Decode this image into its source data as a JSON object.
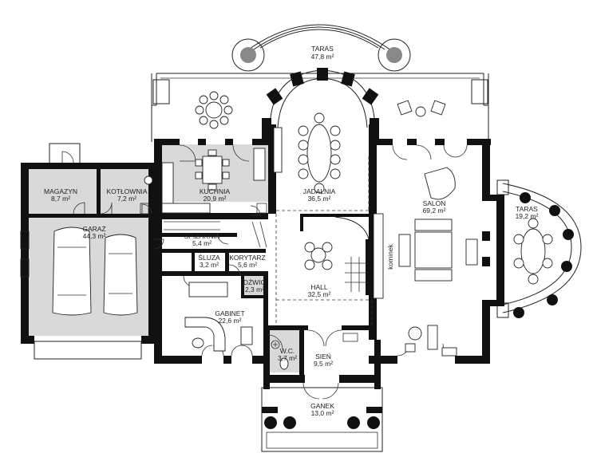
{
  "rooms": [
    {
      "id": "taras-top",
      "name": "TARAS",
      "area": "47,8 m²"
    },
    {
      "id": "jadalnia",
      "name": "JADALNIA",
      "area": "36,5 m²"
    },
    {
      "id": "kuchnia",
      "name": "KUCHNIA",
      "area": "20,9 m²"
    },
    {
      "id": "magazyn",
      "name": "MAGAZYN",
      "area": "8,7 m²"
    },
    {
      "id": "kotlownia",
      "name": "KOTŁOWNIA",
      "area": "7,2 m²"
    },
    {
      "id": "garaz",
      "name": "GARAŻ",
      "area": "44,3 m²"
    },
    {
      "id": "spizarnia",
      "name": "SPIŻARNIA",
      "area": "5,4 m²"
    },
    {
      "id": "sluza",
      "name": "ŚLUZA",
      "area": "3,2 m²"
    },
    {
      "id": "korytarz",
      "name": "KORYTARZ",
      "area": "5,6 m²"
    },
    {
      "id": "dzwig",
      "name": "DŹWIG",
      "area": "2,3 m²"
    },
    {
      "id": "salon",
      "name": "SALON",
      "area": "69,2 m²"
    },
    {
      "id": "taras-right",
      "name": "TARAS",
      "area": "19,2 m²"
    },
    {
      "id": "hall",
      "name": "HALL",
      "area": "32,5 m²"
    },
    {
      "id": "gabinet",
      "name": "GABINET",
      "area": "22,6 m²"
    },
    {
      "id": "wc",
      "name": "W.C.",
      "area": "3,7 m²"
    },
    {
      "id": "sien",
      "name": "SIEŃ",
      "area": "9,5 m²"
    },
    {
      "id": "ganek",
      "name": "GANEK",
      "area": "13,0 m²"
    }
  ],
  "labels": {
    "kominek": "kominek"
  },
  "colors": {
    "wall": "#111111",
    "grey_floor": "#d9d9d9",
    "background": "#ffffff"
  }
}
